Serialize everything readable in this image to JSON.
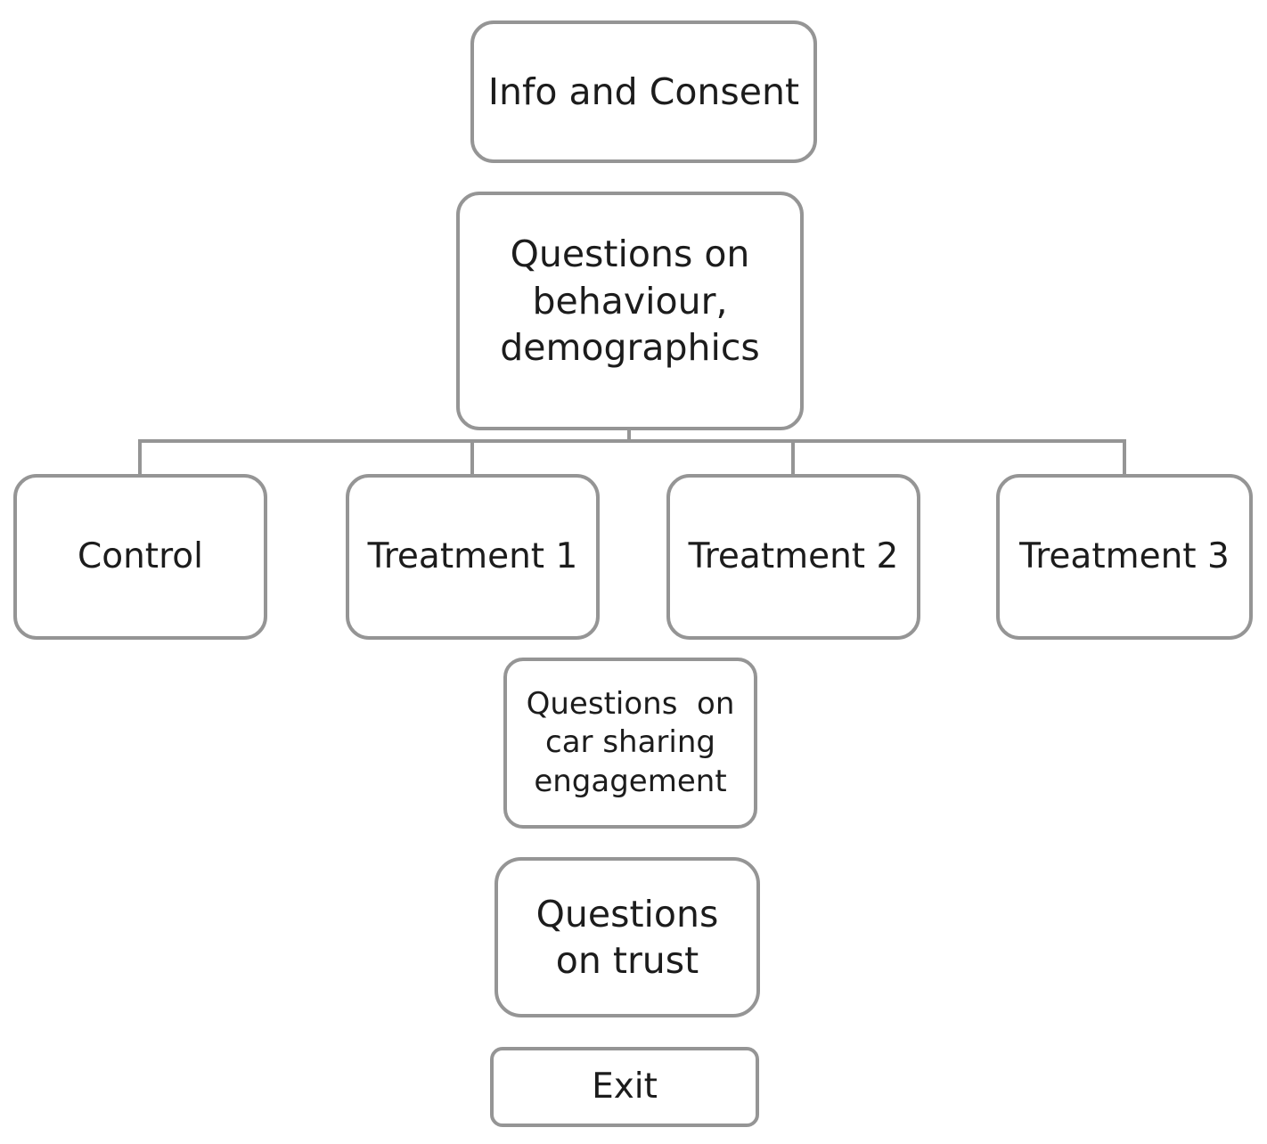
{
  "diagram": {
    "type": "flowchart",
    "title": "Survey flow diagram",
    "colors": {
      "border": "#959595",
      "text": "#1c1c1c",
      "background": "#ffffff"
    },
    "nodes": [
      {
        "id": "info-and-consent",
        "label": "Info and Consent"
      },
      {
        "id": "questions-behaviour",
        "label": "Questions on\nbehaviour,\ndemographics"
      },
      {
        "id": "control",
        "label": "Control"
      },
      {
        "id": "treatment-1",
        "label": "Treatment 1"
      },
      {
        "id": "treatment-2",
        "label": "Treatment 2"
      },
      {
        "id": "treatment-3",
        "label": "Treatment 3"
      },
      {
        "id": "questions-car-sharing",
        "label": "Questions  on\ncar sharing\nengagement"
      },
      {
        "id": "questions-trust",
        "label": "Questions\non trust"
      },
      {
        "id": "exit",
        "label": "Exit"
      }
    ],
    "edges": [
      {
        "from": "questions-behaviour",
        "to": "control"
      },
      {
        "from": "questions-behaviour",
        "to": "treatment-1"
      },
      {
        "from": "questions-behaviour",
        "to": "treatment-2"
      },
      {
        "from": "questions-behaviour",
        "to": "treatment-3"
      }
    ]
  }
}
